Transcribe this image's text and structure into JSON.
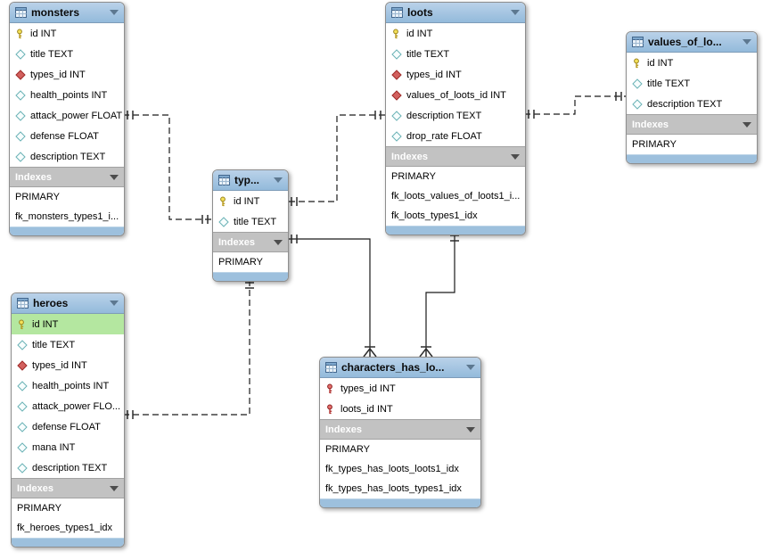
{
  "diagram": {
    "kind": "EER database diagram",
    "tables": [
      {
        "id": "monsters",
        "title": "monsters",
        "header_icon": "table-icon",
        "collapse_icon": "chevron-down-icon",
        "indexes_header": "Indexes",
        "columns": [
          {
            "icon": "primary-key-icon",
            "label": "id INT"
          },
          {
            "icon": "column-icon",
            "label": "title TEXT"
          },
          {
            "icon": "foreign-key-icon",
            "label": "types_id INT"
          },
          {
            "icon": "column-icon",
            "label": "health_points INT"
          },
          {
            "icon": "column-icon",
            "label": "attack_power FLOAT"
          },
          {
            "icon": "column-icon",
            "label": "defense FLOAT"
          },
          {
            "icon": "column-icon",
            "label": "description TEXT"
          }
        ],
        "indexes": [
          "PRIMARY",
          "fk_monsters_types1_i..."
        ]
      },
      {
        "id": "loots",
        "title": "loots",
        "header_icon": "table-icon",
        "collapse_icon": "chevron-down-icon",
        "indexes_header": "Indexes",
        "columns": [
          {
            "icon": "primary-key-icon",
            "label": "id INT"
          },
          {
            "icon": "column-icon",
            "label": "title TEXT"
          },
          {
            "icon": "foreign-key-icon",
            "label": "types_id INT"
          },
          {
            "icon": "foreign-key-icon",
            "label": "values_of_loots_id INT"
          },
          {
            "icon": "column-icon",
            "label": "description TEXT"
          },
          {
            "icon": "column-icon",
            "label": "drop_rate FLOAT"
          }
        ],
        "indexes": [
          "PRIMARY",
          "fk_loots_values_of_loots1_i...",
          "fk_loots_types1_idx"
        ]
      },
      {
        "id": "values_of_loots",
        "title": "values_of_lo...",
        "header_icon": "table-icon",
        "collapse_icon": "chevron-down-icon",
        "indexes_header": "Indexes",
        "columns": [
          {
            "icon": "primary-key-icon",
            "label": "id INT"
          },
          {
            "icon": "column-icon",
            "label": "title TEXT"
          },
          {
            "icon": "column-icon",
            "label": "description TEXT"
          }
        ],
        "indexes": [
          "PRIMARY"
        ]
      },
      {
        "id": "types",
        "title": "typ...",
        "header_icon": "table-icon",
        "collapse_icon": "chevron-down-icon",
        "indexes_header": "Indexes",
        "columns": [
          {
            "icon": "primary-key-icon",
            "label": "id INT"
          },
          {
            "icon": "column-icon",
            "label": "title TEXT"
          }
        ],
        "indexes": [
          "PRIMARY"
        ]
      },
      {
        "id": "heroes",
        "title": "heroes",
        "header_icon": "table-icon",
        "collapse_icon": "chevron-down-icon",
        "indexes_header": "Indexes",
        "columns": [
          {
            "icon": "primary-key-icon",
            "label": "id INT",
            "highlight": true
          },
          {
            "icon": "column-icon",
            "label": "title TEXT"
          },
          {
            "icon": "foreign-key-icon",
            "label": "types_id INT"
          },
          {
            "icon": "column-icon",
            "label": "health_points INT"
          },
          {
            "icon": "column-icon",
            "label": "attack_power FLO..."
          },
          {
            "icon": "column-icon",
            "label": "defense FLOAT"
          },
          {
            "icon": "column-icon",
            "label": "mana INT"
          },
          {
            "icon": "column-icon",
            "label": "description TEXT"
          }
        ],
        "indexes": [
          "PRIMARY",
          "fk_heroes_types1_idx"
        ]
      },
      {
        "id": "characters_has_loots",
        "title": "characters_has_lo...",
        "header_icon": "table-icon",
        "collapse_icon": "chevron-down-icon",
        "indexes_header": "Indexes",
        "columns": [
          {
            "icon": "primary-foreign-key-icon",
            "label": "types_id INT"
          },
          {
            "icon": "primary-foreign-key-icon",
            "label": "loots_id INT"
          }
        ],
        "indexes": [
          "PRIMARY",
          "fk_types_has_loots_loots1_idx",
          "fk_types_has_loots_types1_idx"
        ]
      }
    ],
    "relationships": [
      {
        "from": "monsters",
        "to": "types",
        "style": "non-identifying",
        "from_marker": "one-mandatory",
        "to_marker": "one-mandatory"
      },
      {
        "from": "heroes",
        "to": "types",
        "style": "non-identifying",
        "from_marker": "one-mandatory",
        "to_marker": "one-mandatory"
      },
      {
        "from": "loots",
        "to": "types",
        "style": "non-identifying",
        "from_marker": "one-mandatory",
        "to_marker": "one-mandatory"
      },
      {
        "from": "loots",
        "to": "values_of_loots",
        "style": "non-identifying",
        "from_marker": "one-mandatory",
        "to_marker": "one-mandatory"
      },
      {
        "from": "types",
        "to": "characters_has_loots",
        "style": "identifying",
        "from_marker": "one-mandatory",
        "to_marker": "many-mandatory"
      },
      {
        "from": "loots",
        "to": "characters_has_loots",
        "style": "identifying",
        "from_marker": "one-mandatory",
        "to_marker": "many-mandatory"
      }
    ],
    "colors": {
      "table_header": "#9dc0dd",
      "table_footer": "#9dc0dd",
      "indexes_header": "#c2c2c2",
      "selected_row": "#b4e7a0",
      "primary_key_icon": "#eed54e",
      "foreign_key_icon": "#cd5150",
      "column_icon": "#6ab2b6",
      "primary_foreign_key_icon": "#d04a48",
      "connector": "#1a1a1a"
    }
  }
}
